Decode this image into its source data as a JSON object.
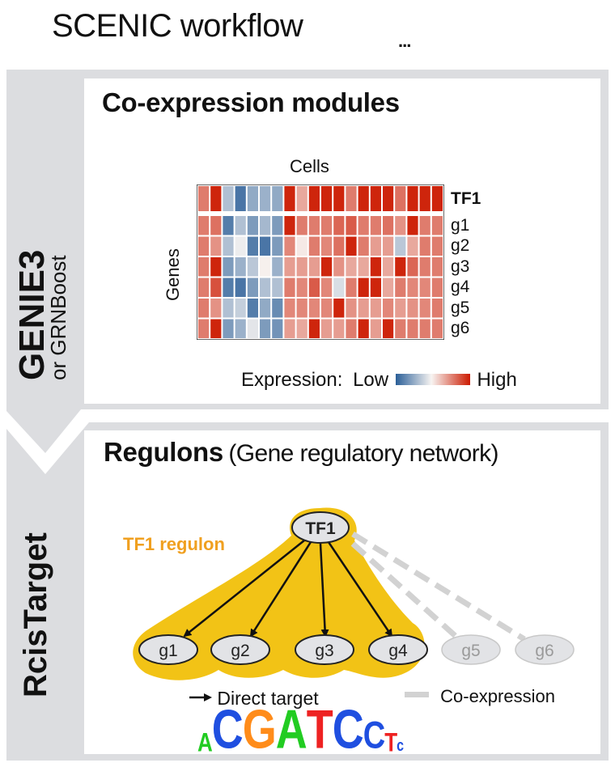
{
  "title": "SCENIC workflow",
  "more_indicator": "...",
  "steps": [
    {
      "tool_name": "GENIE3",
      "tool_alt": "or GRNBoost",
      "heading": "Co-expression modules"
    },
    {
      "tool_name": "RcisTarget",
      "heading": "Regulons",
      "heading_sub": "(Gene regulatory network)"
    }
  ],
  "chart_data": {
    "type": "heatmap",
    "title": "Co-expression modules",
    "xlabel": "Cells",
    "ylabel": "Genes",
    "rows": [
      "TF1",
      "g1",
      "g2",
      "g3",
      "g4",
      "g5",
      "g6"
    ],
    "columns_count": 20,
    "value_range": [
      -1,
      1
    ],
    "values": [
      [
        0.55,
        0.95,
        -0.35,
        -0.85,
        -0.5,
        -0.45,
        -0.5,
        0.95,
        0.35,
        0.95,
        0.95,
        0.95,
        0.55,
        0.95,
        0.95,
        0.95,
        0.6,
        0.95,
        0.95,
        0.95
      ],
      [
        0.55,
        0.6,
        -0.8,
        -0.35,
        -0.6,
        -0.4,
        -0.6,
        0.95,
        0.55,
        0.55,
        0.55,
        0.65,
        0.7,
        0.55,
        0.55,
        0.6,
        0.45,
        0.95,
        0.55,
        0.55
      ],
      [
        0.55,
        0.45,
        -0.35,
        -0.05,
        -0.8,
        -0.85,
        -0.6,
        0.5,
        0.05,
        0.55,
        0.5,
        0.6,
        0.95,
        0.55,
        0.4,
        0.4,
        -0.3,
        0.35,
        0.55,
        0.55
      ],
      [
        0.55,
        0.95,
        -0.6,
        -0.45,
        -0.3,
        0.02,
        -0.45,
        0.4,
        0.4,
        0.4,
        0.95,
        0.45,
        0.35,
        0.35,
        0.95,
        0.35,
        0.95,
        0.65,
        0.55,
        0.55
      ],
      [
        0.55,
        0.75,
        -0.8,
        -0.85,
        -0.6,
        -0.35,
        -0.35,
        0.55,
        0.5,
        0.7,
        0.5,
        -0.15,
        0.55,
        0.95,
        0.95,
        0.35,
        0.55,
        0.5,
        0.5,
        0.55
      ],
      [
        0.55,
        0.45,
        -0.35,
        -0.25,
        -0.8,
        -0.5,
        -0.7,
        0.5,
        0.5,
        0.5,
        0.5,
        0.95,
        0.45,
        0.4,
        0.4,
        0.5,
        0.4,
        0.45,
        0.5,
        0.55
      ],
      [
        0.55,
        0.95,
        -0.6,
        -0.45,
        -0.1,
        -0.6,
        -0.65,
        0.4,
        0.35,
        0.95,
        0.4,
        0.4,
        0.55,
        0.95,
        0.4,
        0.95,
        0.55,
        0.55,
        0.55,
        0.55
      ]
    ],
    "legend": {
      "label": "Expression:",
      "low": "Low",
      "high": "High",
      "low_color": "#2b5f98",
      "mid_color": "#f7f4f2",
      "high_color": "#cc1a00"
    }
  },
  "network": {
    "regulon_label": "TF1 regulon",
    "regulon_color": "#f2c316",
    "regulon_label_color": "#f0a020",
    "tf_node": "TF1",
    "target_nodes": [
      "g1",
      "g2",
      "g3",
      "g4"
    ],
    "coexpression_nodes": [
      "g5",
      "g6"
    ],
    "legend_direct": "Direct target",
    "legend_coexpression": "Co-expression",
    "motif": [
      {
        "letter": "A",
        "color": "#22cc22",
        "size": "small"
      },
      {
        "letter": "C",
        "color": "#1f4fe0",
        "size": "large"
      },
      {
        "letter": "G",
        "color": "#ff8c1a",
        "size": "large"
      },
      {
        "letter": "A",
        "color": "#22cc22",
        "size": "large"
      },
      {
        "letter": "T",
        "color": "#ee2222",
        "size": "large"
      },
      {
        "letter": "C",
        "color": "#1f4fe0",
        "size": "large"
      },
      {
        "letter": "C",
        "color": "#1f4fe0",
        "size": "medium"
      },
      {
        "letter": "T",
        "color": "#ee2222",
        "size": "small"
      },
      {
        "letter": "c",
        "color": "#1f4fe0",
        "size": "tiny"
      }
    ]
  }
}
